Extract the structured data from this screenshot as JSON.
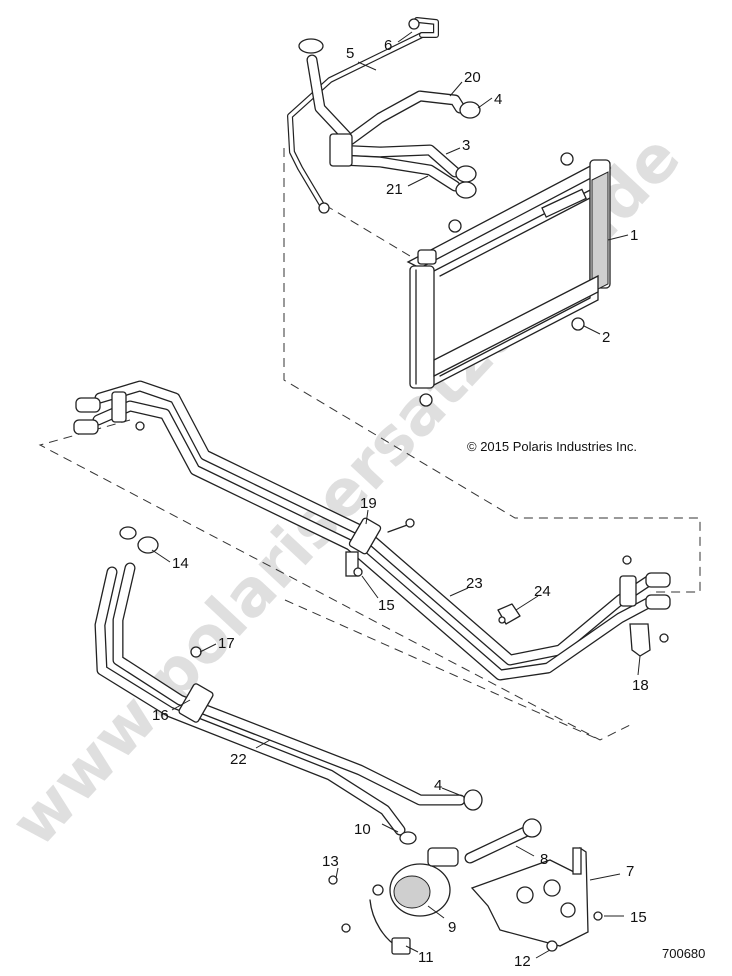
{
  "copyright": "© 2015 Polaris Industries Inc.",
  "figure_number": "700680",
  "watermark": "www.polarisersatzteile.de",
  "callouts": {
    "c1": "1",
    "c2": "2",
    "c3": "3",
    "c4a": "4",
    "c4b": "4",
    "c5": "5",
    "c6": "6",
    "c7": "7",
    "c8": "8",
    "c9": "9",
    "c10": "10",
    "c11": "11",
    "c12": "12",
    "c13": "13",
    "c14": "14",
    "c15a": "15",
    "c15b": "15",
    "c16": "16",
    "c17": "17",
    "c18": "18",
    "c19": "19",
    "c20": "20",
    "c21": "21",
    "c22": "22",
    "c23": "23",
    "c24": "24"
  }
}
